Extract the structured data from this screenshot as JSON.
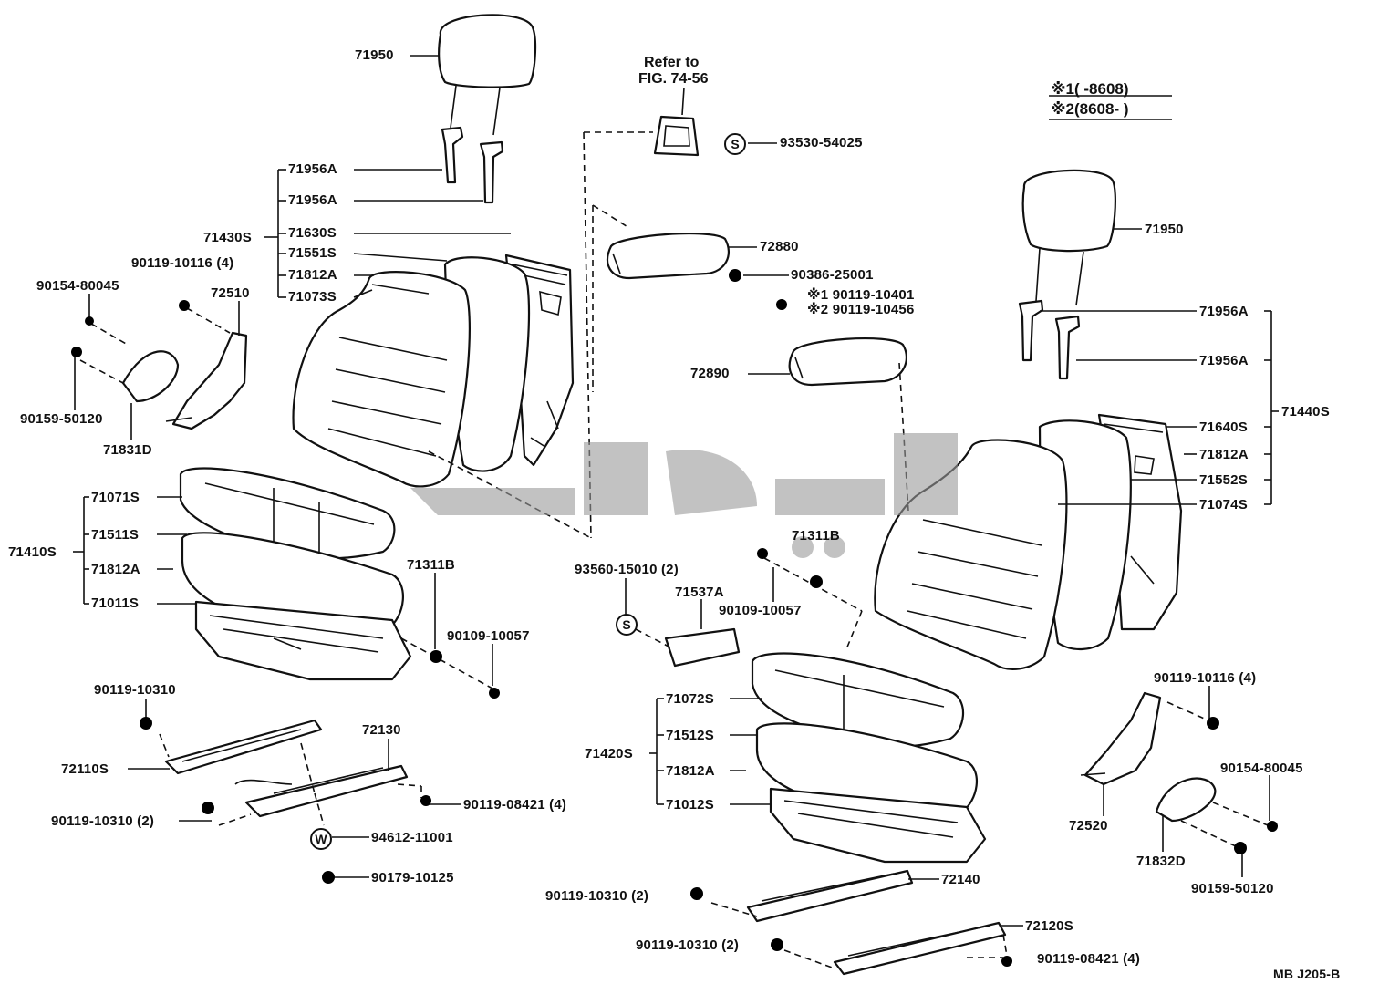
{
  "legend": {
    "mark1": "※1",
    "range1": "(      -8608)",
    "mark2": "※2",
    "range2": "(8608-      )"
  },
  "note_refer": {
    "line1": "Refer to",
    "line2": "FIG. 74-56"
  },
  "symbols": {
    "s": "S",
    "w": "W"
  },
  "footer_code": "MB J205-B",
  "labels": {
    "hr_left": "71950",
    "hs_left_1": "71956A",
    "hs_left_2": "71956A",
    "asm_left": "71430S",
    "frame_left": "71630S",
    "pad_left": "71551S",
    "clip_left_1": "71812A",
    "cover_left": "71073S",
    "bolt_10116_l": "90119-10116 (4)",
    "bolt_80045_l": "90154-80045",
    "recl_left": "72510",
    "bolt_50120_l": "90159-50120",
    "cover_71831d": "71831D",
    "cushion_cover_l": "71071S",
    "cushion_asm_l": "71410S",
    "cushion_pad_l": "71511S",
    "clip_left_2": "71812A",
    "cushion_frame_l": "71011S",
    "stop_71311b_l": "71311B",
    "bolt_10057_l": "90109-10057",
    "bolt_10310_top": "90119-10310",
    "adj_72130": "72130",
    "adj_72110s": "72110S",
    "bolt_10310_2_l": "90119-10310 (2)",
    "bolt_08421_l": "90119-08421 (4)",
    "washer_11001": "94612-11001",
    "nut_10125": "90179-10125",
    "screw_54025": "93530-54025",
    "arm_72880": "72880",
    "nut_25001": "90386-25001",
    "bolt_10401": "※1 90119-10401",
    "bolt_10456": "※2 90119-10456",
    "arm_72890": "72890",
    "screw_15010": "93560-15010 (2)",
    "cover_71537a": "71537A",
    "stop_71311b_c": "71311B",
    "bolt_10057_c": "90109-10057",
    "cushion_cover_r": "71072S",
    "cushion_asm_r": "71420S",
    "cushion_pad_r": "71512S",
    "clip_right_2": "71812A",
    "cushion_frame_r": "71012S",
    "bolt_10310_2_c1": "90119-10310 (2)",
    "adj_72140": "72140",
    "bolt_10310_2_c2": "90119-10310 (2)",
    "adj_72120s": "72120S",
    "bolt_08421_r": "90119-08421 (4)",
    "hr_right": "71950",
    "hs_right_1": "71956A",
    "hs_right_2": "71956A",
    "asm_right": "71440S",
    "frame_right": "71640S",
    "clip_right_1": "71812A",
    "pad_right": "71552S",
    "cover_right": "71074S",
    "bolt_10116_r": "90119-10116 (4)",
    "bolt_80045_r": "90154-80045",
    "recl_right": "72520",
    "cover_71832d": "71832D",
    "bolt_50120_r": "90159-50120"
  }
}
